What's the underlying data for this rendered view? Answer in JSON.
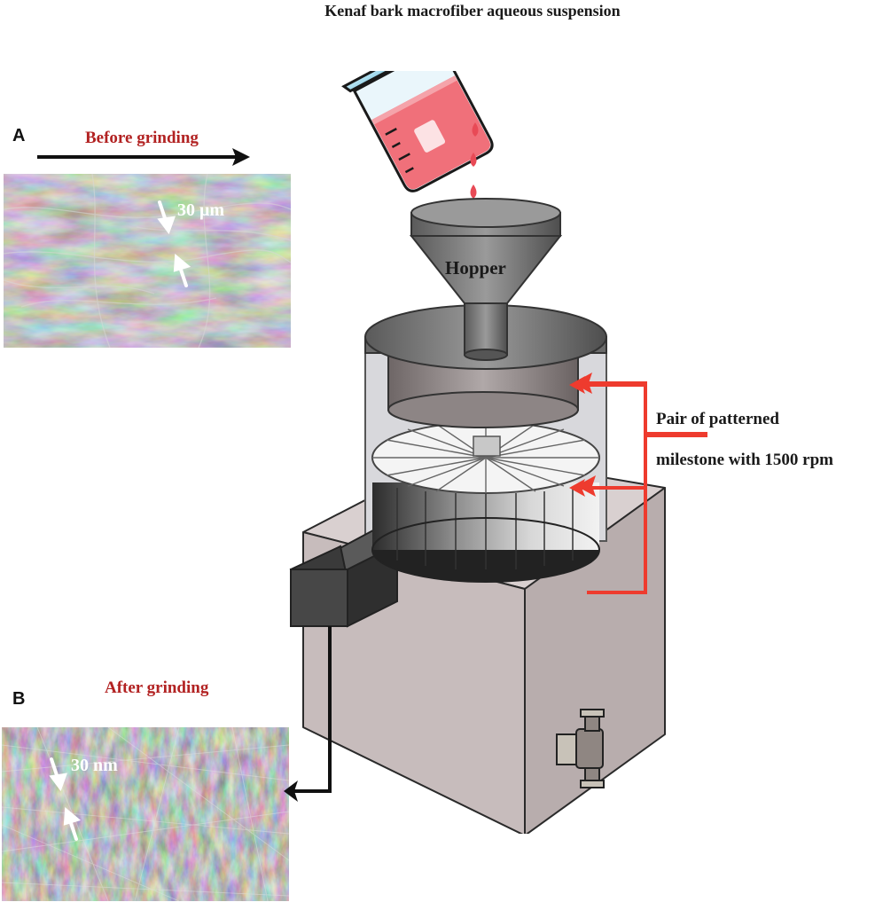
{
  "title": "Kenaf bark macrofiber aqueous suspension",
  "panel_a": {
    "letter": "A",
    "label": "Before grinding",
    "scale": "30 μm"
  },
  "panel_b": {
    "letter": "B",
    "label": "After grinding",
    "scale": "30 nm"
  },
  "hopper_label": "Hopper",
  "callout": {
    "line1": "Pair of patterned",
    "line2": "milestone with 1500 rpm"
  },
  "colors": {
    "label_red": "#b22222",
    "arrow_red": "#ee3b2e",
    "liquid": "#f0707a",
    "machine_body": "#c9bcbc"
  }
}
